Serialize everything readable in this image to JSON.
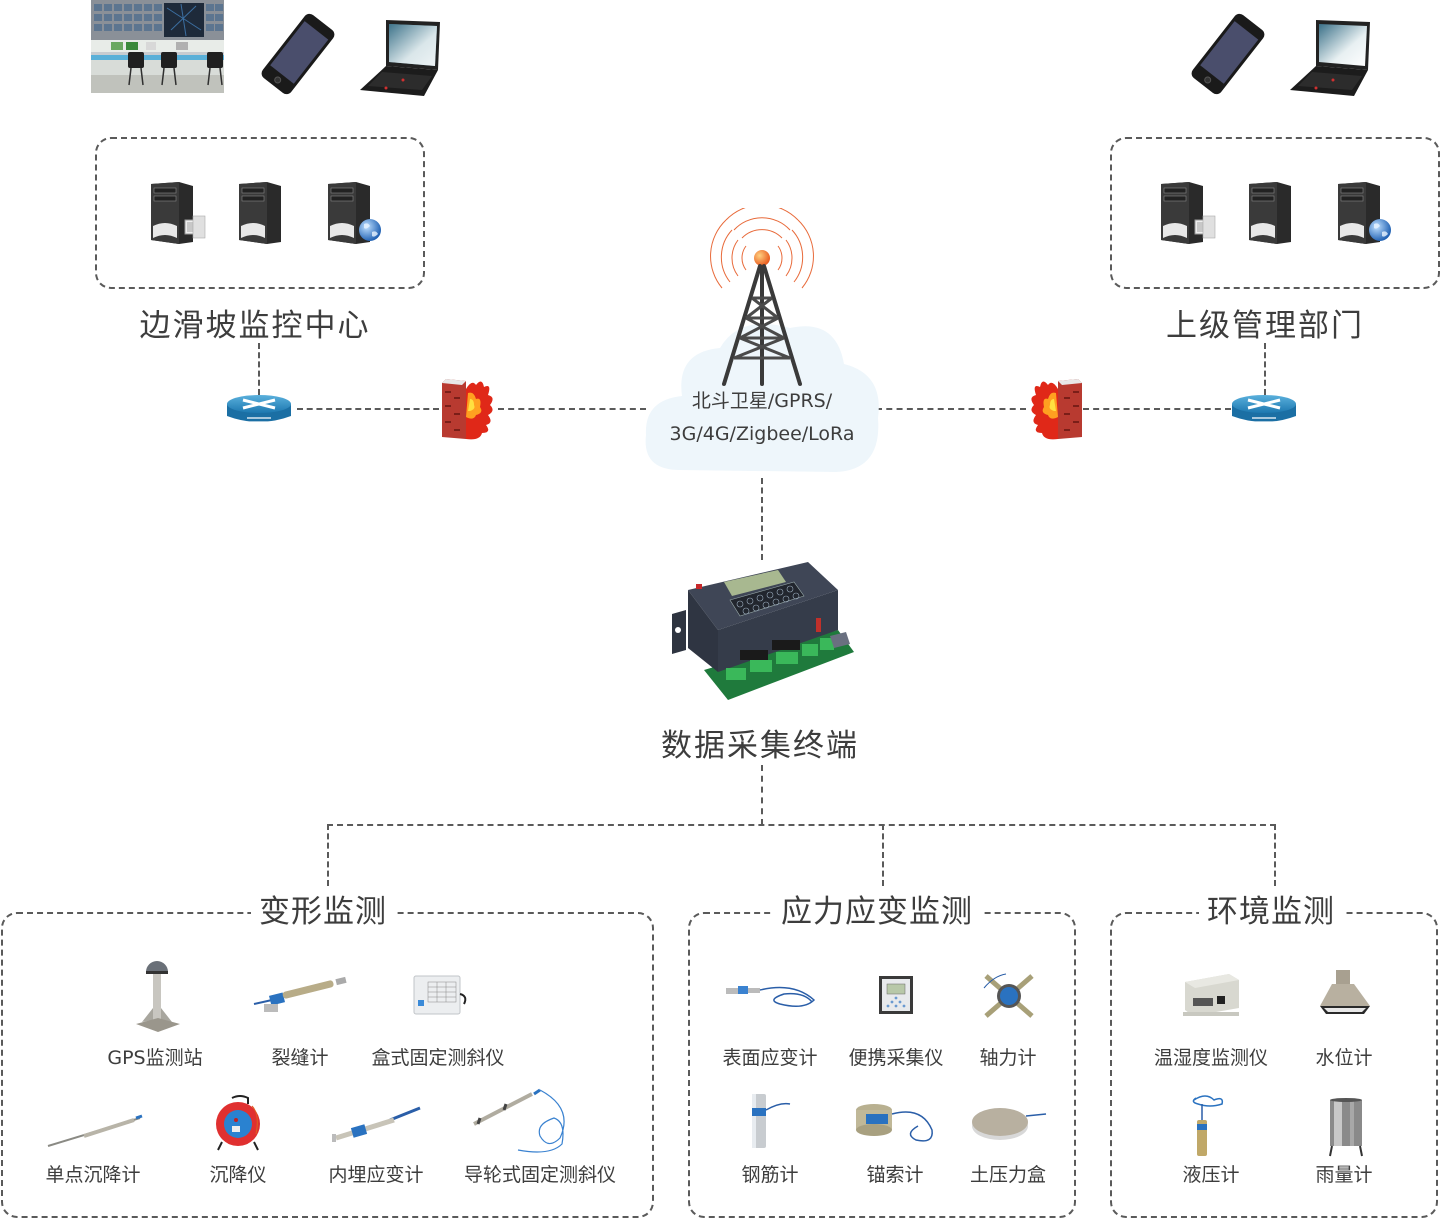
{
  "top_left": {
    "title": "边滑坡监控中心",
    "clients": [
      "control-room",
      "smartphone",
      "laptop"
    ],
    "servers": [
      "server-with-workstation",
      "server",
      "server-with-globe"
    ]
  },
  "top_right": {
    "title": "上级管理部门",
    "clients": [
      "smartphone",
      "laptop"
    ],
    "servers": [
      "server-with-workstation",
      "server",
      "server-with-globe"
    ]
  },
  "network": {
    "cloud_line1": "北斗卫星/GPRS/",
    "cloud_line2": "3G/4G/Zigbee/LoRa",
    "left_router": "router-icon",
    "left_firewall": "firewall-icon",
    "right_firewall": "firewall-icon",
    "right_router": "router-icon"
  },
  "terminal": {
    "title": "数据采集终端"
  },
  "sections": {
    "deformation": {
      "title": "变形监测",
      "devices": [
        "GPS监测站",
        "裂缝计",
        "盒式固定测斜仪",
        "单点沉降计",
        "沉降仪",
        "内埋应变计",
        "导轮式固定测斜仪"
      ]
    },
    "stress": {
      "title": "应力应变监测",
      "devices": [
        "表面应变计",
        "便携采集仪",
        "轴力计",
        "钢筋计",
        "锚索计",
        "土压力盒"
      ]
    },
    "environment": {
      "title": "环境监测",
      "devices": [
        "温湿度监测仪",
        "水位计",
        "液压计",
        "雨量计"
      ]
    }
  }
}
